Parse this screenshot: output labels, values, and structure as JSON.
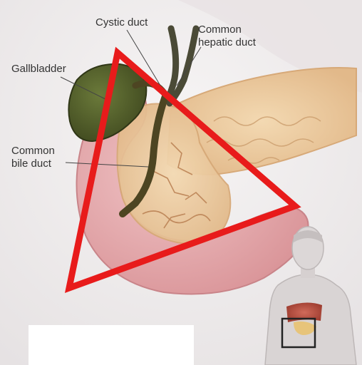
{
  "labels": {
    "cystic_duct": "Cystic duct",
    "common_hepatic_duct": [
      "Common",
      "hepatic duct"
    ],
    "gallbladder": "Gallbladder",
    "common_bile_duct": [
      "Common",
      "bile duct"
    ]
  },
  "colors": {
    "background": "#f1eeee",
    "stomach": "#e9b6b8",
    "pancreas": "#edcfa3",
    "gallbladder": "#4e5a2a",
    "bile_duct": "#4d4522",
    "highlight_triangle": "#e81b1b"
  }
}
